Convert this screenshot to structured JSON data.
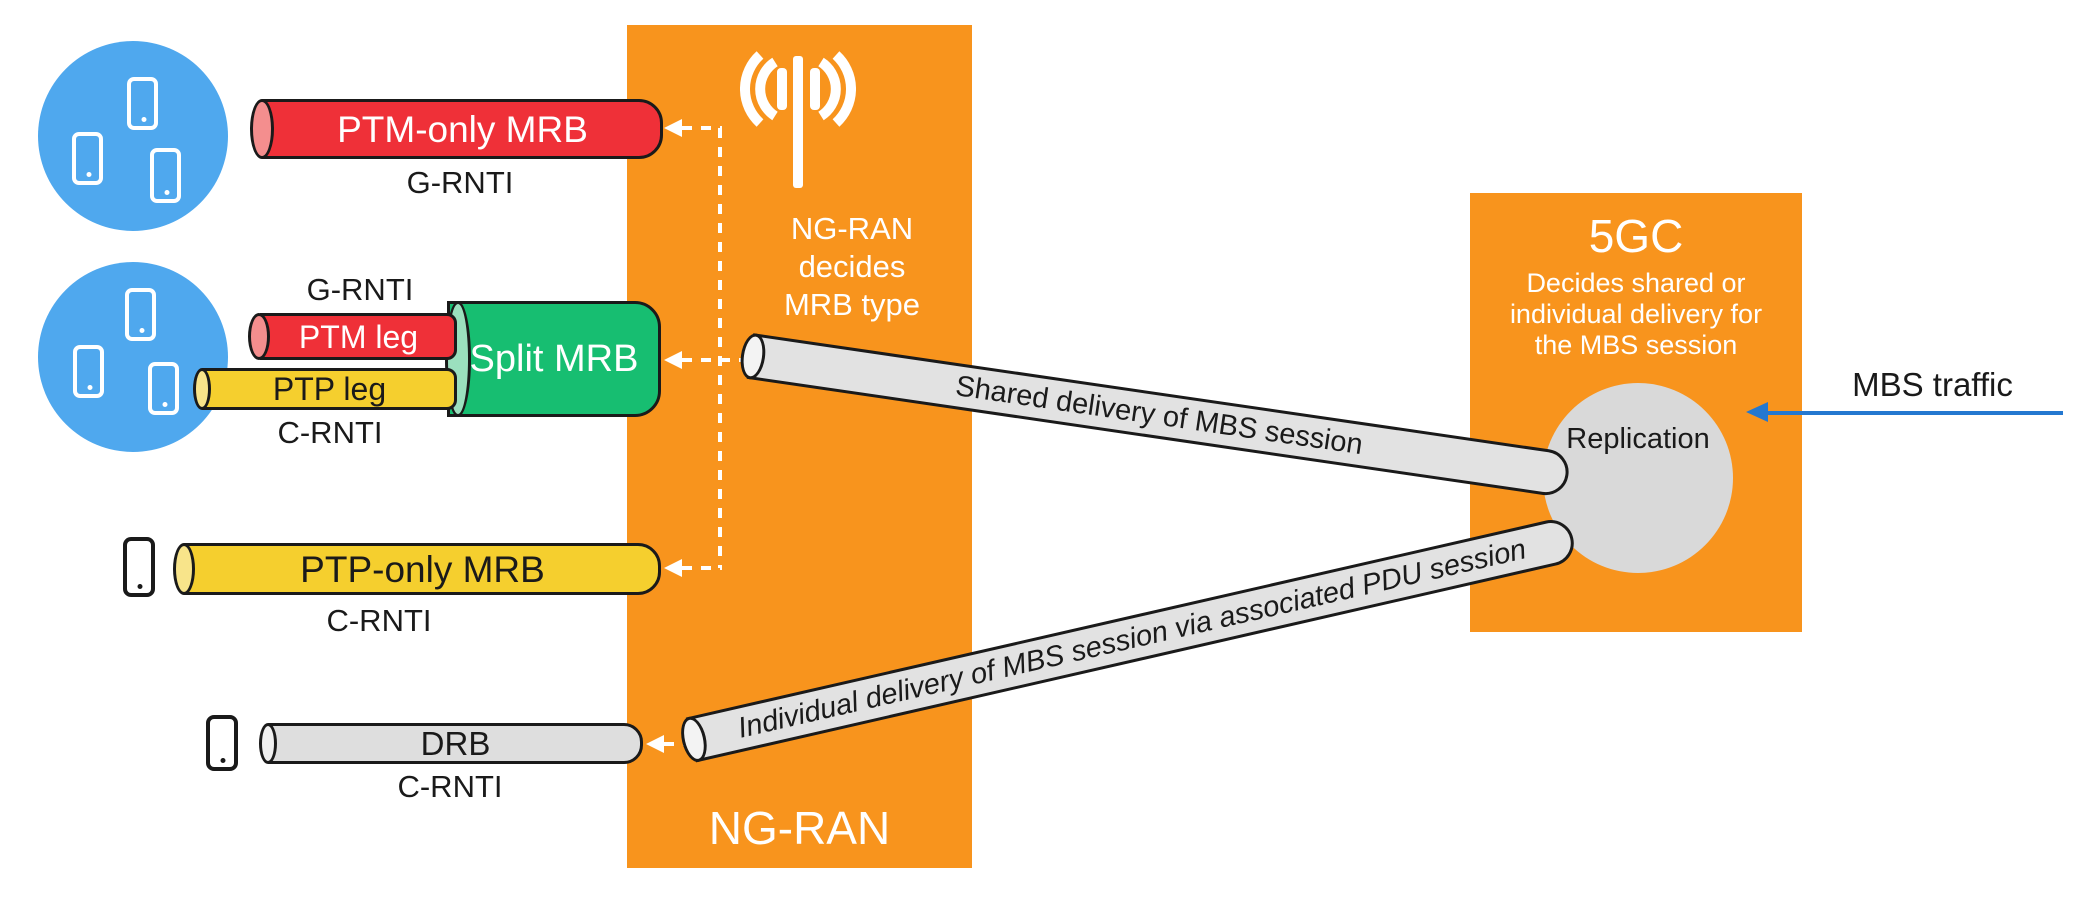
{
  "ng_ran": {
    "name": "NG-RAN",
    "decision_note_lines": [
      "NG-RAN",
      "decides",
      "MRB type"
    ]
  },
  "core": {
    "name": "5GC",
    "decision_note_lines": [
      "Decides shared or",
      "individual delivery for",
      "the MBS session"
    ],
    "replication_label": "Replication"
  },
  "bearers": {
    "ptm_only": {
      "label": "PTM-only MRB",
      "rnti": "G-RNTI"
    },
    "split": {
      "label": "Split MRB",
      "ptm_leg": {
        "label": "PTM leg",
        "rnti": "G-RNTI"
      },
      "ptp_leg": {
        "label": "PTP leg",
        "rnti": "C-RNTI"
      }
    },
    "ptp_only": {
      "label": "PTP-only MRB",
      "rnti": "C-RNTI"
    },
    "drb": {
      "label": "DRB",
      "rnti": "C-RNTI"
    }
  },
  "delivery_tubes": {
    "shared": {
      "label": "Shared delivery of MBS session"
    },
    "individual": {
      "label": "Individual delivery of MBS session via associated PDU session"
    }
  },
  "mbs_traffic": {
    "label": "MBS traffic"
  },
  "colors": {
    "orange": "#F8941D",
    "ue_blue": "#4FA8EE",
    "ptm_red": "#EF3038",
    "ptm_red_cap": "#F48E8E",
    "split_green": "#17BE71",
    "split_green_cap": "#9BE0BE",
    "ptp_yellow": "#F5CF2E",
    "ptp_yellow_cap": "#F8E48A",
    "tube_gray": "#E2E2E2",
    "replication_gray": "#D9D9D9",
    "traffic_arrow_blue": "#2478D0"
  }
}
